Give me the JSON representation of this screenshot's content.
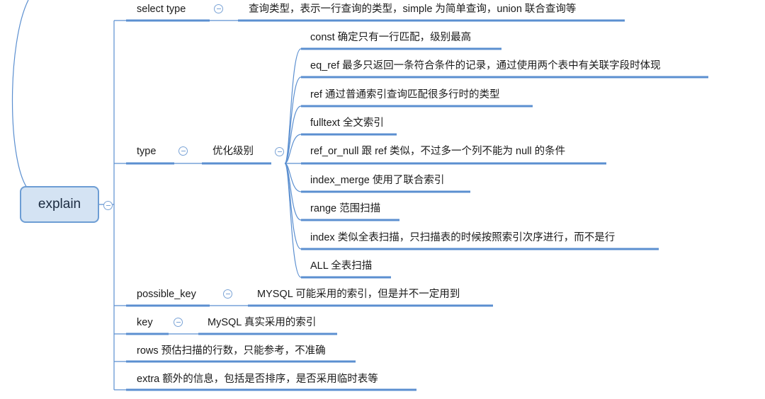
{
  "root": {
    "label": "explain"
  },
  "branches": {
    "select_type": {
      "label": "select type",
      "detail": "查询类型，表示一行查询的类型，simple 为简单查询，union 联合查询等"
    },
    "type": {
      "label": "type",
      "group": "优化级别",
      "items": [
        "const 确定只有一行匹配，级别最高",
        "eq_ref 最多只返回一条符合条件的记录，通过使用两个表中有关联字段时体现",
        "ref 通过普通索引查询匹配很多行时的类型",
        "fulltext 全文索引",
        "ref_or_null 跟 ref 类似，不过多一个列不能为 null 的条件",
        "index_merge 使用了联合索引",
        "range 范围扫描",
        "index 类似全表扫描，只扫描表的时候按照索引次序进行，而不是行",
        "ALL 全表扫描"
      ]
    },
    "possible_key": {
      "label": "possible_key",
      "detail": "MYSQL 可能采用的索引，但是并不一定用到"
    },
    "key": {
      "label": "key",
      "detail": "MySQL 真实采用的索引"
    },
    "rows": {
      "label": "rows 预估扫描的行数，只能参考，不准确"
    },
    "extra": {
      "label": "extra 额外的信息，包括是否排序，是否采用临时表等"
    }
  },
  "colors": {
    "line": "#5b8fd0",
    "root_fill": "#d4e3f3",
    "root_border": "#6d9dd4",
    "toggle": "#7aa3d6"
  }
}
